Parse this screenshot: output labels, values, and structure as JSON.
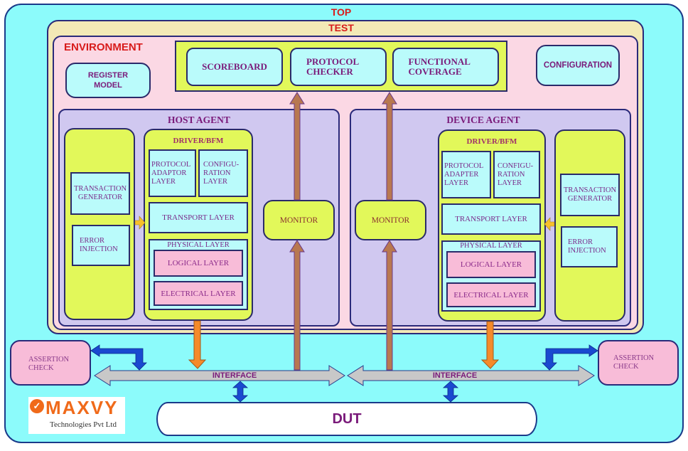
{
  "labels": {
    "top": "TOP",
    "test": "TEST",
    "environment": "ENVIRONMENT",
    "register_model": "REGISTER MODEL",
    "configuration": "CONFIGURATION",
    "scoreboard": "SCOREBOARD",
    "protocol_checker": "PROTOCOL CHECKER",
    "functional_coverage": "FUNCTIONAL COVERAGE",
    "dut": "DUT",
    "interface_left": "INTERFACE",
    "interface_right": "INTERFACE",
    "assertion_left": "ASSERTION CHECK",
    "assertion_right": "ASSERTION CHECK"
  },
  "host_agent": {
    "title": "HOST AGENT",
    "transaction_generator": "TRANSACTION GENERATOR",
    "error_injection": "ERROR INJECTION",
    "driver_title": "DRIVER/BFM",
    "protocol_layer": "PROTOCOL ADAPTOR LAYER",
    "config_layer": "CONFIGU- RATION LAYER",
    "transport_layer": "TRANSPORT LAYER",
    "physical_layer": "PHYSICAL LAYER",
    "logical_layer": "LOGICAL LAYER",
    "electrical_layer": "ELECTRICAL LAYER",
    "monitor": "MONITOR"
  },
  "device_agent": {
    "title": "DEVICE AGENT",
    "transaction_generator": "TRANSACTION GENERATOR",
    "error_injection": "ERROR INJECTION",
    "driver_title": "DRIVER/BFM",
    "protocol_layer": "PROTOCOL ADAPTER LAYER",
    "config_layer": "CONFIGU- RATION LAYER",
    "transport_layer": "TRANSPORT LAYER",
    "physical_layer": "PHYSICAL LAYER",
    "logical_layer": "LOGICAL LAYER",
    "electrical_layer": "ELECTRICAL LAYER",
    "monitor": "MONITOR"
  },
  "logo": {
    "mark": "✓",
    "name": "MAXVY",
    "subtitle": "Technologies Pvt Ltd"
  },
  "colors": {
    "top_bg": "#8cfbfb",
    "test_bg": "#f3e9b6",
    "env_bg": "#fbd8e4",
    "agent_bg": "#d0c8f0",
    "block_yellow": "#e2f85a",
    "block_cyan": "#bafbfb",
    "block_pink": "#f8bcd8",
    "title_red": "#d81b1b",
    "text_purple": "#7a1a7a",
    "monitor_arrow": "#b87850",
    "driver_arrow": "#f58a2a",
    "assertion_arrow": "#1a4ad0",
    "interface_bus": "#c8c8c8",
    "logo_orange": "#f06a1a"
  }
}
